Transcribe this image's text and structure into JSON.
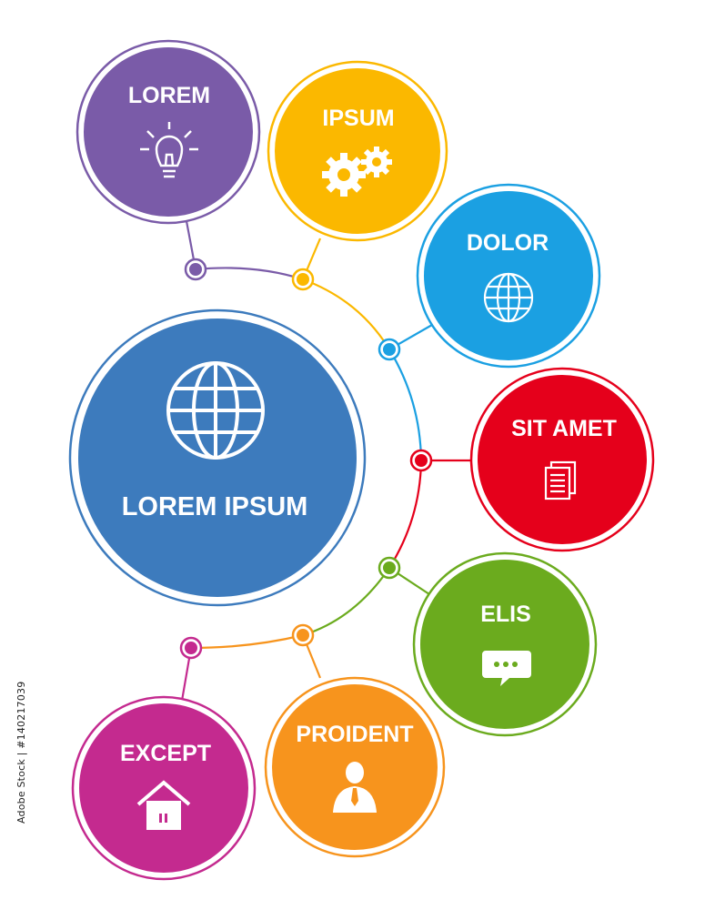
{
  "colors": {
    "purple": "#7a5ba8",
    "yellow": "#fbb800",
    "lightblue": "#1ba0e2",
    "red": "#e5001b",
    "green": "#6bab1e",
    "orange": "#f7941d",
    "magenta": "#c42a8f",
    "center": "#3d7bbd",
    "center_ring": "#3d7bbd"
  },
  "center": {
    "label": "LOREM IPSUM",
    "icon": "globe-icon"
  },
  "nodes": [
    {
      "id": "lorem",
      "label": "LOREM",
      "icon": "lightbulb-icon",
      "color": "#7a5ba8"
    },
    {
      "id": "ipsum",
      "label": "IPSUM",
      "icon": "gears-icon",
      "color": "#fbb800"
    },
    {
      "id": "dolor",
      "label": "DOLOR",
      "icon": "globe-icon",
      "color": "#1ba0e2"
    },
    {
      "id": "sit-amet",
      "label": "SIT AMET",
      "icon": "document-icon",
      "color": "#e5001b"
    },
    {
      "id": "elis",
      "label": "ELIS",
      "icon": "chat-icon",
      "color": "#6bab1e"
    },
    {
      "id": "proident",
      "label": "PROIDENT",
      "icon": "person-icon",
      "color": "#f7941d"
    },
    {
      "id": "except",
      "label": "EXCEPT",
      "icon": "house-icon",
      "color": "#c42a8f"
    }
  ],
  "side_text": "Adobe Stock | #140217039"
}
